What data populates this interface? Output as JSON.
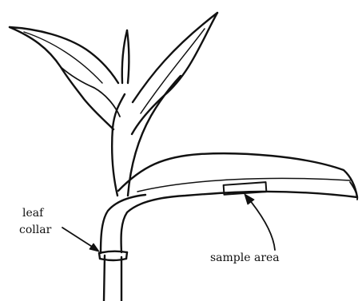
{
  "labels": {
    "leaf": "leaf",
    "collar": "collar",
    "sample_area": "sample area"
  },
  "colors": {
    "ink": "#111111",
    "background": "#ffffff"
  }
}
